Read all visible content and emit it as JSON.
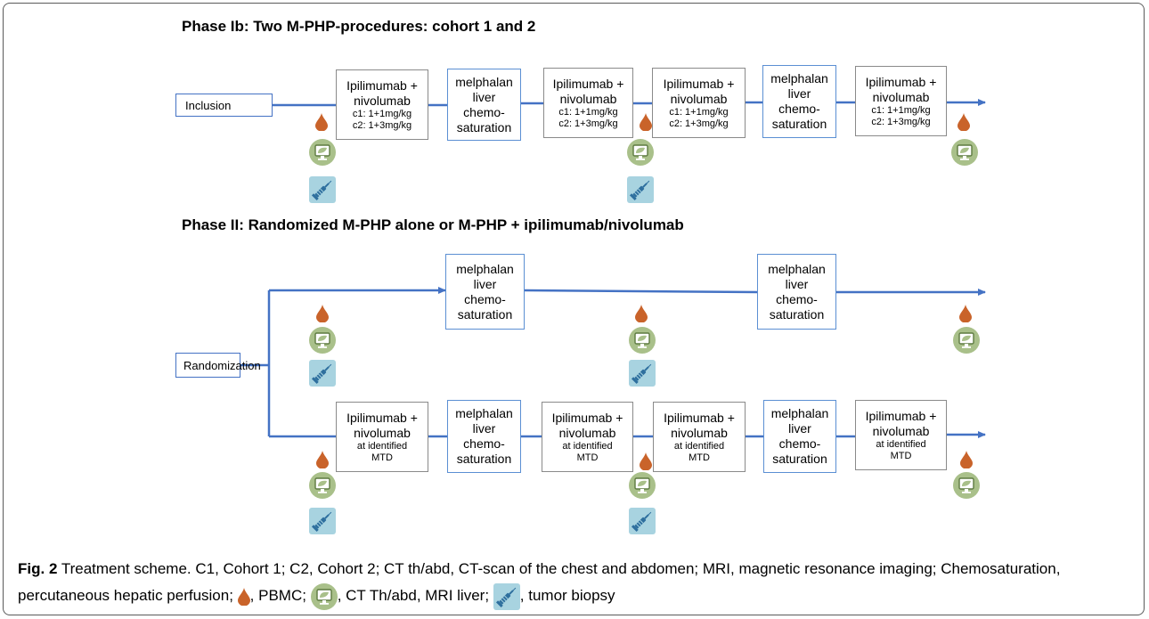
{
  "phase1": {
    "title": "Phase Ib: Two M-PHP-procedures: cohort 1 and 2",
    "inclusion_label": "Inclusion",
    "drug_box": {
      "line1": "Ipilimumab +",
      "line2": "nivolumab",
      "dose1": "c1: 1+1mg/kg",
      "dose2": "c2: 1+3mg/kg"
    },
    "chemo_box": {
      "line1": "melphalan",
      "line2": "liver",
      "line3": "chemo-",
      "line4": "saturation"
    }
  },
  "phase2": {
    "title": "Phase II: Randomized M-PHP alone or M-PHP + ipilimumab/nivolumab",
    "randomization_label": "Randomization",
    "drug_box": {
      "line1": "Ipilimumab +",
      "line2": "nivolumab",
      "line3": "at identified",
      "line4": "MTD"
    },
    "chemo_box": {
      "line1": "melphalan",
      "line2": "liver",
      "line3": "chemo-",
      "line4": "saturation"
    }
  },
  "caption": {
    "fig_label": "Fig. 2",
    "text_before_icons": " Treatment scheme. C1, Cohort 1; C2, Cohort 2; CT th/abd, CT-scan of the chest and abdomen; MRI, magnetic resonance imaging; Chemosaturation, percutaneous hepatic perfusion; ",
    "pbmc": ", PBMC; ",
    "ct_mri": ", CT Th/abd, MRI liver; ",
    "biopsy": ", tumor biopsy"
  },
  "icons": {
    "blood_drop": "blood-drop-icon",
    "imaging": "monitor-liver-icon",
    "biopsy": "syringe-icon"
  },
  "colors": {
    "arrow": "#4472c4",
    "chemo_border": "#5b8fd3",
    "drop": "#c9632a",
    "imaging_circle": "#a9c08a",
    "biopsy_square": "#a8d3e0"
  }
}
